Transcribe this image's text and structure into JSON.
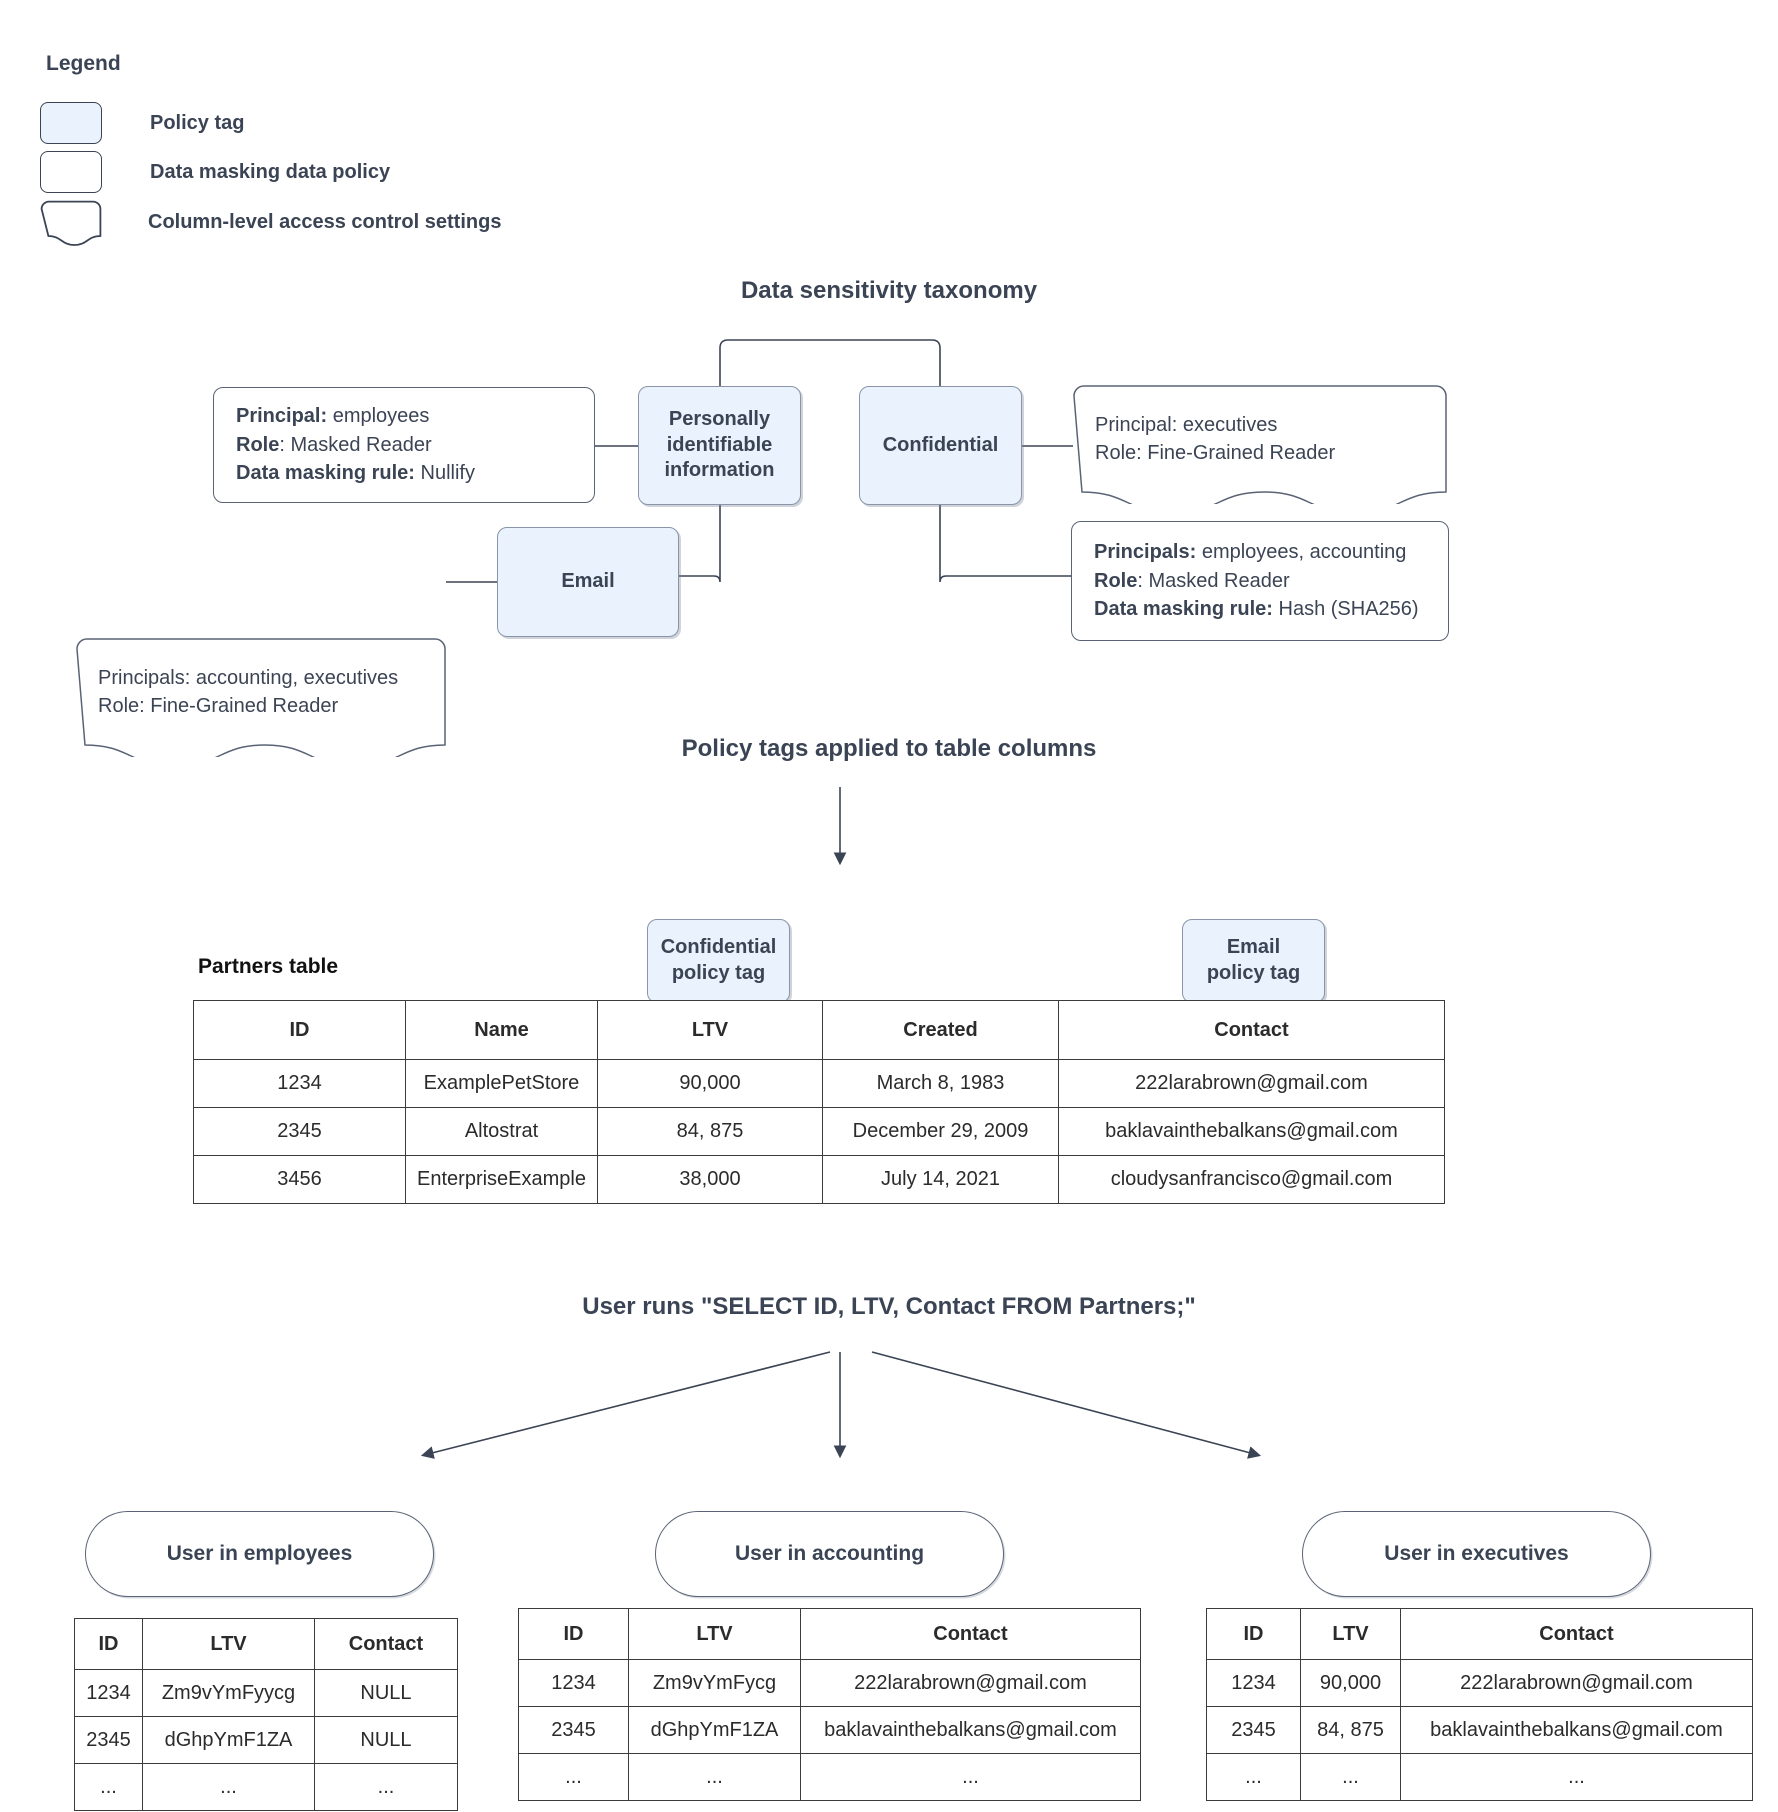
{
  "legend": {
    "title": "Legend",
    "items": [
      {
        "label": "Policy tag",
        "swatch": "policy-tag-swatch"
      },
      {
        "label": "Data masking data policy",
        "swatch": "data-masking-swatch"
      },
      {
        "label": "Column-level access control settings",
        "swatch": "column-acl-swatch"
      }
    ]
  },
  "headings": {
    "taxonomy": "Data sensitivity taxonomy",
    "applied": "Policy tags applied to table columns",
    "query": "User runs \"SELECT ID, LTV, Contact FROM Partners;\""
  },
  "taxonomy": {
    "nodes": {
      "pii": "Personally identifiable information",
      "confidential": "Confidential",
      "email": "Email"
    },
    "pii_masking": {
      "principal_key": "Principal:",
      "principal_value": " employees",
      "role_key": "Role",
      "role_value": ": Masked Reader",
      "rule_key": "Data masking rule:",
      "rule_value": " Nullify"
    },
    "email_access": {
      "principals_key": "Principals:",
      "principals_value": " accounting, executives",
      "role_key": "Role",
      "role_value": ": Fine-Grained Reader"
    },
    "confidential_access": {
      "principal_key": "Principal:",
      "principal_value": " executives",
      "role_key": "Role",
      "role_value": ": Fine-Grained Reader"
    },
    "confidential_masking": {
      "principals_key": "Principals:",
      "principals_value": " employees, accounting",
      "role_key": "Role",
      "role_value": ": Masked Reader",
      "rule_key": "Data masking rule:",
      "rule_value": " Hash (SHA256)"
    }
  },
  "partners": {
    "label": "Partners table",
    "tags": {
      "confidential": "Confidential\npolicy tag",
      "confidential_line1": "Confidential",
      "confidential_line2": "policy tag",
      "email_line1": "Email",
      "email_line2": "policy tag"
    },
    "columns": [
      "ID",
      "Name",
      "LTV",
      "Created",
      "Contact"
    ],
    "rows": [
      [
        "1234",
        "ExamplePetStore",
        "90,000",
        "March 8, 1983",
        "222larabrown@gmail.com"
      ],
      [
        "2345",
        "Altostrat",
        "84, 875",
        "December 29, 2009",
        "baklavainthebalkans@gmail.com"
      ],
      [
        "3456",
        "EnterpriseExample",
        "38,000",
        "July 14, 2021",
        "cloudysanfrancisco@gmail.com"
      ]
    ]
  },
  "results": [
    {
      "pill": "User in employees",
      "columns": [
        "ID",
        "LTV",
        "Contact"
      ],
      "rows": [
        [
          "1234",
          "Zm9vYmFyycg",
          "NULL"
        ],
        [
          "2345",
          "dGhpYmF1ZA",
          "NULL"
        ],
        [
          "...",
          "...",
          "..."
        ]
      ]
    },
    {
      "pill": "User in accounting",
      "columns": [
        "ID",
        "LTV",
        "Contact"
      ],
      "rows": [
        [
          "1234",
          "Zm9vYmFycg",
          "222larabrown@gmail.com"
        ],
        [
          "2345",
          "dGhpYmF1ZA",
          "baklavainthebalkans@gmail.com"
        ],
        [
          "...",
          "...",
          "..."
        ]
      ]
    },
    {
      "pill": "User in executives",
      "columns": [
        "ID",
        "LTV",
        "Contact"
      ],
      "rows": [
        [
          "1234",
          "90,000",
          "222larabrown@gmail.com"
        ],
        [
          "2345",
          "84, 875",
          "baklavainthebalkans@gmail.com"
        ],
        [
          "...",
          "...",
          "..."
        ]
      ]
    }
  ],
  "colors": {
    "policy_tag_fill": "#e9f2fd",
    "node_stroke": "#5a6375",
    "text": "#3b4454",
    "table_stroke": "#3b3b3b"
  }
}
